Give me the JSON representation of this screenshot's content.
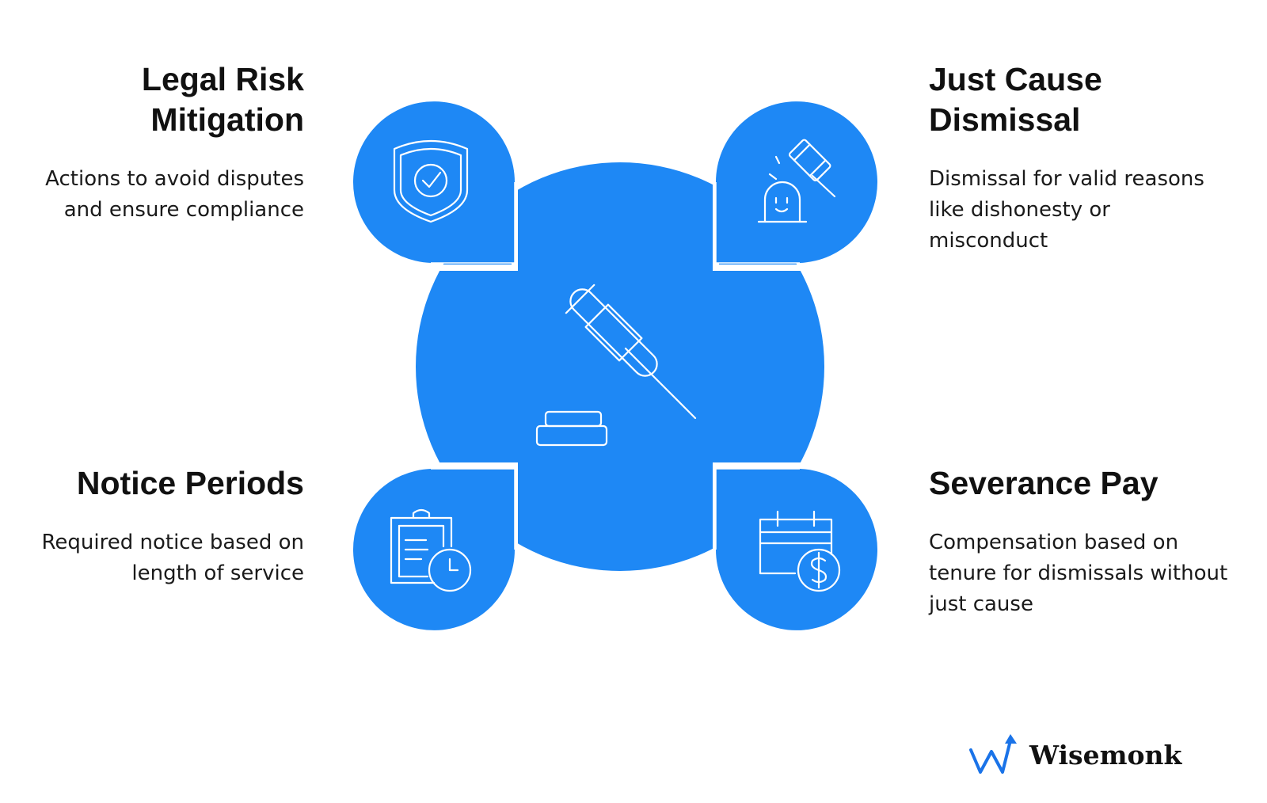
{
  "colors": {
    "accent": "#1e88f5",
    "icon_stroke": "#ffffff",
    "text": "#111111",
    "brand_blue": "#1a73e8"
  },
  "center": {
    "icon": "gavel-icon"
  },
  "nodes": [
    {
      "id": "legal-risk-mitigation",
      "position": "top-left",
      "icon": "shield-check-icon",
      "title": "Legal Risk Mitigation",
      "description": "Actions to avoid disputes and ensure compliance"
    },
    {
      "id": "just-cause-dismissal",
      "position": "top-right",
      "icon": "gavel-alarm-icon",
      "title": "Just Cause Dismissal",
      "description": "Dismissal for valid reasons like dishonesty or misconduct"
    },
    {
      "id": "notice-periods",
      "position": "bottom-left",
      "icon": "clipboard-clock-icon",
      "title": "Notice Periods",
      "description": "Required notice based on length of service"
    },
    {
      "id": "severance-pay",
      "position": "bottom-right",
      "icon": "calendar-dollar-icon",
      "title": "Severance Pay",
      "description": "Compensation based on tenure for dismissals without just cause"
    }
  ],
  "brand": {
    "name": "Wisemonk",
    "icon": "wisemonk-logo-icon"
  }
}
